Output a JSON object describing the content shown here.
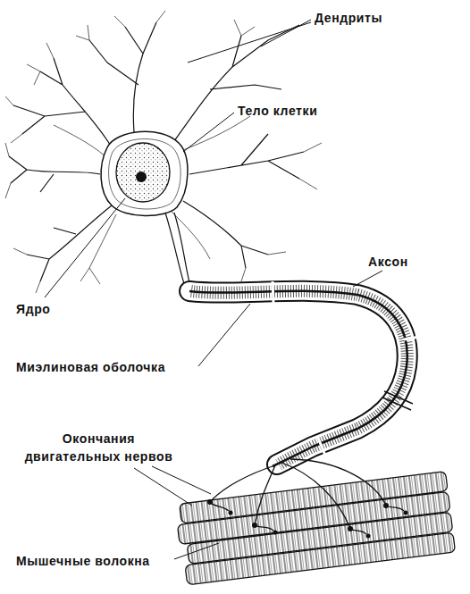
{
  "diagram": {
    "labels": [
      "Дендриты",
      "Тело клетки",
      "Ядро",
      "Аксон",
      "Миэлиновая оболочка",
      "Окончания двигательных нервов",
      "Мышечные волокна"
    ]
  }
}
